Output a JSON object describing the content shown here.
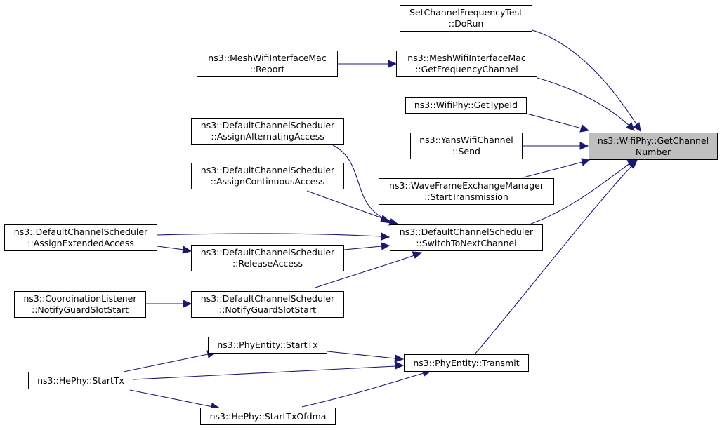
{
  "colors": {
    "edge": "#191970",
    "focus_fill": "#bfbfbf",
    "node_fill": "#ffffff",
    "border": "#000000"
  },
  "nodes": {
    "set_channel_freq_test": {
      "line1": "SetChannelFrequencyTest",
      "line2": "::DoRun"
    },
    "mesh_report": {
      "line1": "ns3::MeshWifiInterfaceMac",
      "line2": "::Report"
    },
    "mesh_get_freq": {
      "line1": "ns3::MeshWifiInterfaceMac",
      "line2": "::GetFrequencyChannel"
    },
    "wifiphy_typeid": {
      "line1": "ns3::WifiPhy::GetTypeId"
    },
    "assign_alternating": {
      "line1": "ns3::DefaultChannelScheduler",
      "line2": "::AssignAlternatingAccess"
    },
    "yans_send": {
      "line1": "ns3::YansWifiChannel",
      "line2": "::Send"
    },
    "get_channel_number": {
      "line1": "ns3::WifiPhy::GetChannel",
      "line2": "Number"
    },
    "assign_continuous": {
      "line1": "ns3::DefaultChannelScheduler",
      "line2": "::AssignContinuousAccess"
    },
    "wave_start_tx": {
      "line1": "ns3::WaveFrameExchangeManager",
      "line2": "::StartTransmission"
    },
    "assign_extended": {
      "line1": "ns3::DefaultChannelScheduler",
      "line2": "::AssignExtendedAccess"
    },
    "switch_next": {
      "line1": "ns3::DefaultChannelScheduler",
      "line2": "::SwitchToNextChannel"
    },
    "release_access": {
      "line1": "ns3::DefaultChannelScheduler",
      "line2": "::ReleaseAccess"
    },
    "coord_notify": {
      "line1": "ns3::CoordinationListener",
      "line2": "::NotifyGuardSlotStart"
    },
    "sched_notify": {
      "line1": "ns3::DefaultChannelScheduler",
      "line2": "::NotifyGuardSlotStart"
    },
    "phy_start_tx": {
      "line1": "ns3::PhyEntity::StartTx"
    },
    "phy_transmit": {
      "line1": "ns3::PhyEntity::Transmit"
    },
    "hephy_start_tx": {
      "line1": "ns3::HePhy::StartTx"
    },
    "hephy_start_ofdma": {
      "line1": "ns3::HePhy::StartTxOfdma"
    }
  }
}
